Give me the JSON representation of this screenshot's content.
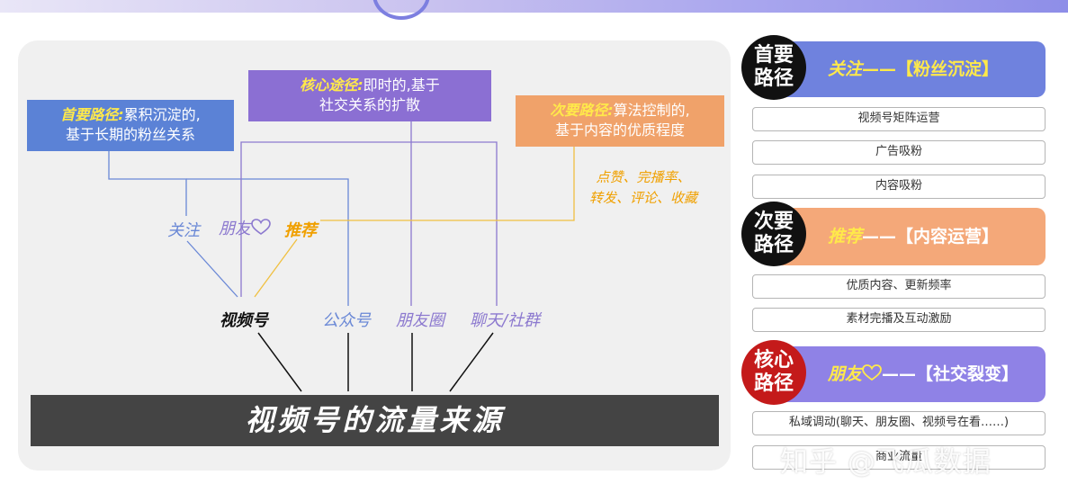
{
  "labels": {
    "primary_key": "首要路径:",
    "primary_line1": "累积沉淀的,",
    "primary_line2": "基于长期的粉丝关系",
    "core_key": "核心途径:",
    "core_line1": "即时的,基于",
    "core_line2": "社交关系的扩散",
    "secondary_key": "次要路径:",
    "secondary_line1": "算法控制的,",
    "secondary_line2": "基于内容的优质程度"
  },
  "metrics": {
    "line1": "点赞、完播率、",
    "line2": "转发、评论、收藏"
  },
  "nodes": {
    "follow": "关注",
    "friend": "朋友",
    "recommend": "推荐",
    "video": "视频号",
    "gzh": "公众号",
    "moments": "朋友圈",
    "chat": "聊天/社群"
  },
  "main_title": "视频号的流量来源",
  "right": {
    "circle1": [
      "首要",
      "路径"
    ],
    "banner1_kw": "关注",
    "banner1_rest": "——【粉丝沉淀】",
    "items1": [
      "视频号矩阵运营",
      "广告吸粉",
      "内容吸粉"
    ],
    "circle2": [
      "次要",
      "路径"
    ],
    "banner2_kw": "推荐",
    "banner2_rest": "——【内容运营】",
    "items2": [
      "优质内容、更新频率",
      "素材完播及互动激励"
    ],
    "circle3": [
      "核心",
      "路径"
    ],
    "banner3_kw": "朋友",
    "banner3_rest": "——【社交裂变】",
    "items3": [
      "私域调动(聊天、朋友圈、视频号在看……)",
      "商业流量"
    ]
  },
  "watermark": "知乎 @飞瓜数据",
  "colors": {
    "primary": "#5b82d6",
    "core": "#8b6fd3",
    "secondary": "#f0a26a",
    "highlight": "#ffe94a",
    "dark": "#444444"
  }
}
